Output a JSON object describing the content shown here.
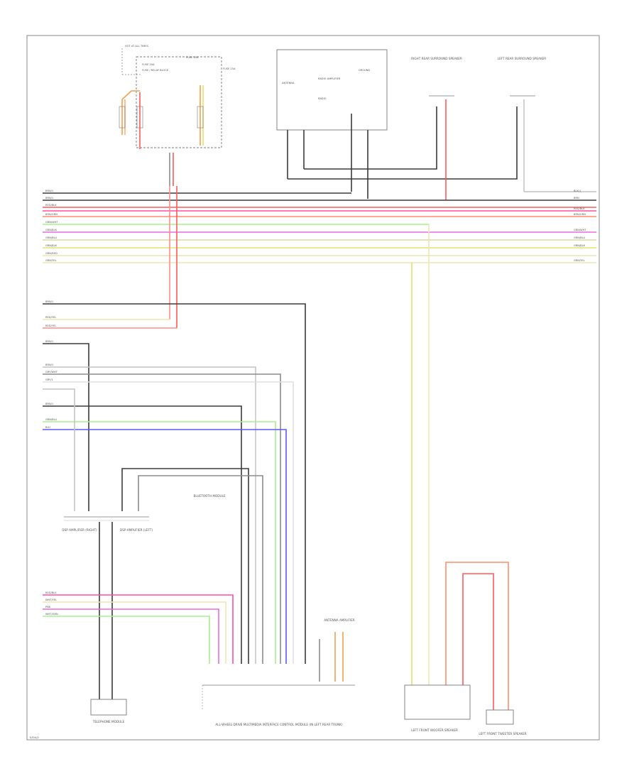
{
  "diagram": {
    "footer_code": "S/E/A/2"
  },
  "components": {
    "fuse_block_label": "FUSE / RELAY BLOCK",
    "fuse_a_label": "FUSE 20A",
    "fuse_b_label": "FUSE 10A",
    "fuse_c_label": "FUSE 15A",
    "hot_at_all_times": "HOT AT ALL TIMES",
    "radio_box_labels": [
      "ANTENNA",
      "RADIO AMPLIFIER",
      "RADIO",
      "GROUND"
    ],
    "rf_speaker": "RIGHT REAR SURROUND SPEAKER",
    "lf_speaker": "LEFT REAR SURROUND SPEAKER",
    "dsp_amp_right": "DSP AMPLIFIER (RIGHT)",
    "dsp_amp_left": "DSP AMPLIFIER (LEFT)",
    "bluetooth_module": "BLUETOOTH MODULE",
    "telephone_module": "TELEPHONE MODULE",
    "multimedia_module": "ALL-WHEEL-DRIVE MULTIMEDIA INTERFACE CONTROL MODULE (IN LEFT REAR TRUNK)",
    "antenna_amp": "ANTENNA AMPLIFIER",
    "left_front_speaker": "LEFT FRONT WOOFER SPEAKER",
    "right_front_speaker": "LEFT FRONT TWEETER SPEAKER"
  },
  "wires": {
    "bus_left_codes": [
      "BRN/1",
      "BRN/1",
      "RED/BLK",
      "BRN/GRN",
      "GRN/WHT",
      "GRN/BLK",
      "GRN/BLU",
      "GRN/BLK",
      "GRN/RED",
      "GRN/YEL"
    ],
    "bus_right_codes": [
      "BLK/1",
      "BRN",
      "RED/BLK",
      "BRN/GRN",
      "GRN/WHT",
      "GRN/BLU",
      "GRN/BLK",
      "GRN/YEL"
    ],
    "mid_codes": [
      "BRN/1",
      "RED/YEL",
      "RED/YEL"
    ],
    "lower_codes": [
      "BRN/1",
      "BRN/1",
      "GRY/WHT",
      "GRY/1",
      "BRN/1",
      "GRN/BLU",
      "BLU"
    ],
    "bottom_codes": [
      "RED/BLK",
      "WHT/YEL",
      "PNK",
      "WHT/GRN"
    ]
  },
  "colors": {
    "black": "#3a3a3a",
    "gray": "#8c8c8c",
    "light_gray": "#c4c4c4",
    "red": "#ff5a5a",
    "pink": "#ff4fa3",
    "magenta": "#e66be6",
    "salmon": "#ff8c6e",
    "light_green": "#a9ef8e",
    "yellow": "#e6e06c",
    "khaki": "#ddd8a0",
    "cream": "#ece6b4",
    "blue": "#5959ff",
    "orange": "#f0a050",
    "border": "#8a8a8a"
  }
}
